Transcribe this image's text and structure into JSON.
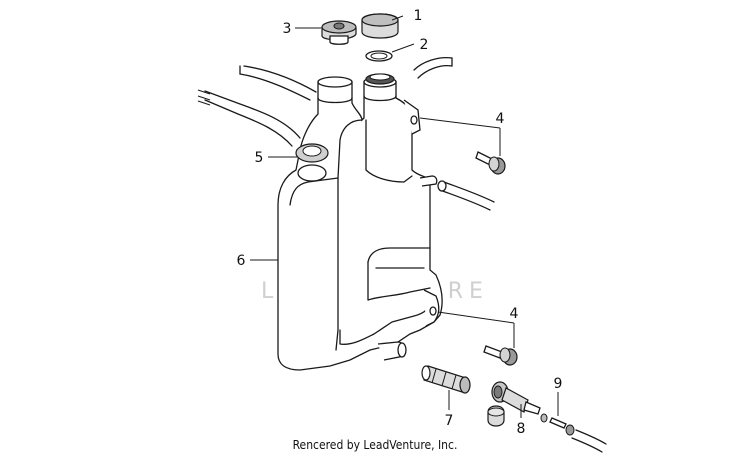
{
  "watermark": {
    "text": "LEADVENTURE"
  },
  "credit": "Rencered by LeadVenture, Inc.",
  "callouts": {
    "c1": "1",
    "c2": "2",
    "c3": "3",
    "c4a": "4",
    "c4b": "4",
    "c5": "5",
    "c6": "6",
    "c7": "7",
    "c8": "8",
    "c9": "9"
  }
}
